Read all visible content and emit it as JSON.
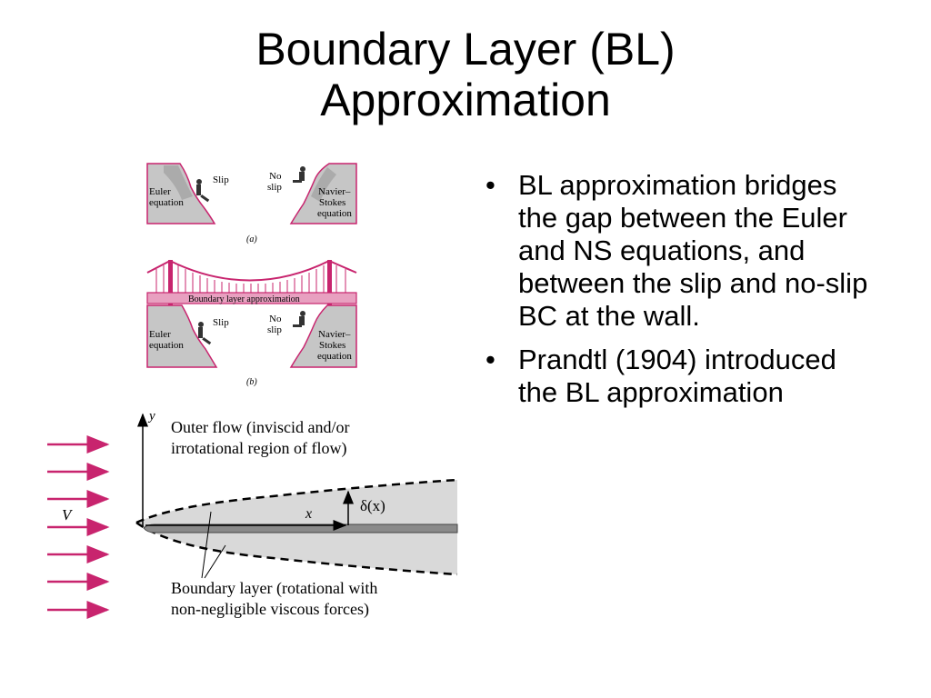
{
  "slide": {
    "title_line1": "Boundary Layer (BL)",
    "title_line2": "Approximation",
    "bullets": [
      "BL approximation bridges the gap between the Euler and NS equations, and between the slip and no-slip BC at the wall.",
      "Prandtl (1904) introduced the BL approximation"
    ]
  },
  "figure_a": {
    "euler_line1": "Euler",
    "euler_line2": "equation",
    "slip": "Slip",
    "noslip_line1": "No",
    "noslip_line2": "slip",
    "ns_line1": "Navier–",
    "ns_line2": "Stokes",
    "ns_line3": "equation",
    "caption": "(a)"
  },
  "figure_b": {
    "bridge_label": "Boundary layer approximation",
    "euler_line1": "Euler",
    "euler_line2": "equation",
    "slip": "Slip",
    "noslip_line1": "No",
    "noslip_line2": "slip",
    "ns_line1": "Navier–",
    "ns_line2": "Stokes",
    "ns_line3": "equation",
    "caption": "(b)"
  },
  "figure_c": {
    "y_axis": "y",
    "x_axis": "x",
    "velocity": "V",
    "thickness": "δ(x)",
    "outer_line1": "Outer flow (inviscid and/or",
    "outer_line2": "irrotational region of flow)",
    "bl_line1": "Boundary layer (rotational with",
    "bl_line2": "non-negligible viscous forces)"
  },
  "colors": {
    "accent": "#c8246e",
    "bridge_fill": "#e8a0c0",
    "rock": "#bdbdbd",
    "bl_fill": "#d6d6d6"
  }
}
